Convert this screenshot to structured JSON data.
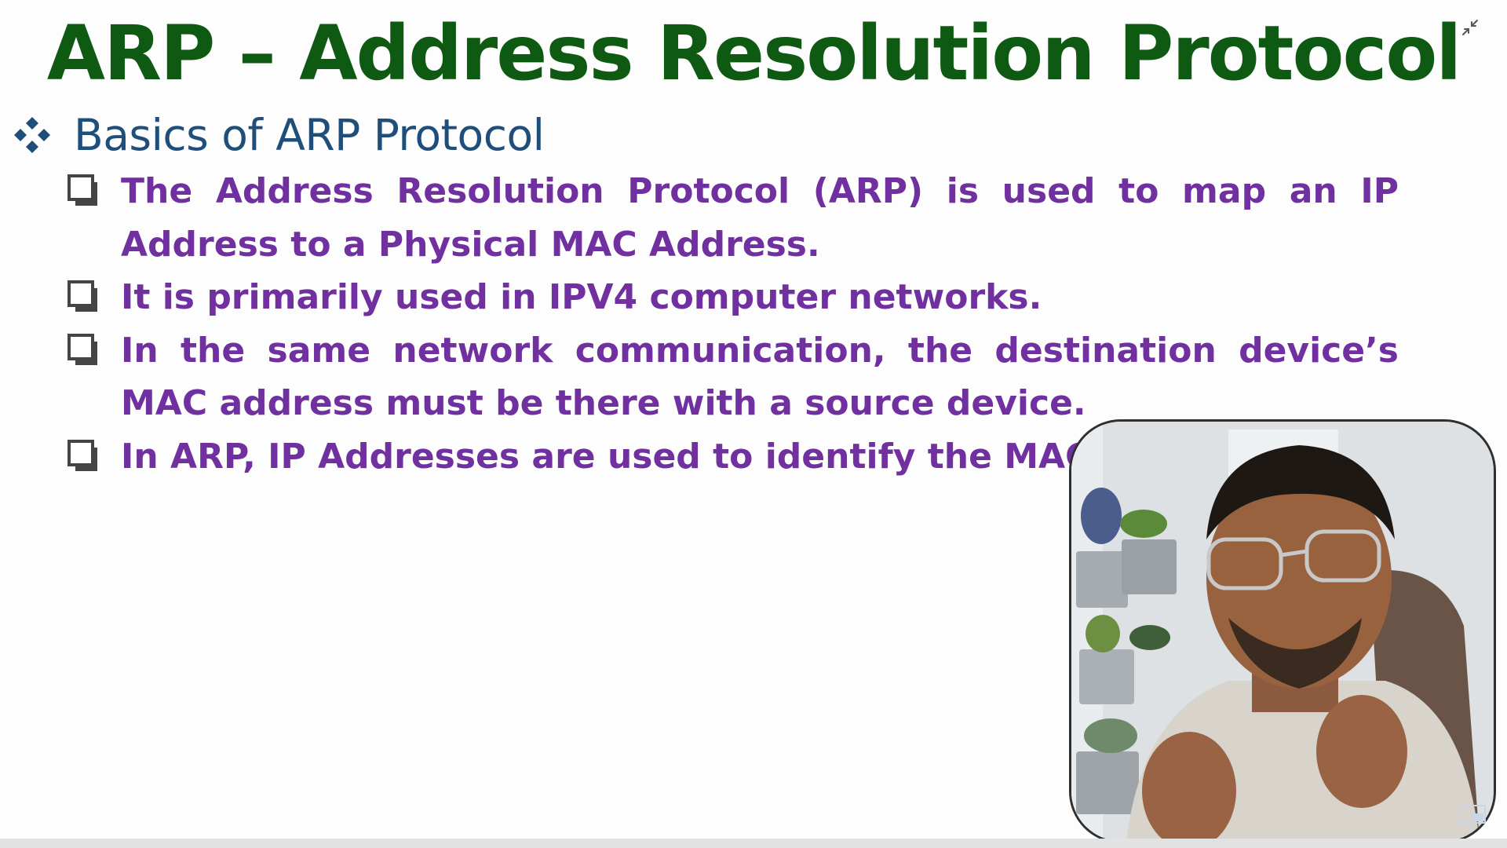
{
  "slide": {
    "title": "ARP – Address Resolution Protocol",
    "heading": "Basics of ARP Protocol",
    "bullets": [
      "The Address Resolution Protocol (ARP) is used to map an IP Address to a Physical MAC Address.",
      "It is primarily used in IPV4 computer networks.",
      "In the same network communication, the destination device’s MAC address must be there with a source device.",
      "In ARP, IP Addresses are used to identify the MAC Address."
    ]
  },
  "icons": {
    "heading_bullet": "four-diamond-icon",
    "list_bullet": "hollow-box-icon",
    "window_control": "minimize-arrows-icon",
    "pip_control": "picture-in-picture-icon"
  },
  "colors": {
    "title": "#0f5a12",
    "heading": "#1e4e79",
    "bullets": "#7030a0"
  }
}
